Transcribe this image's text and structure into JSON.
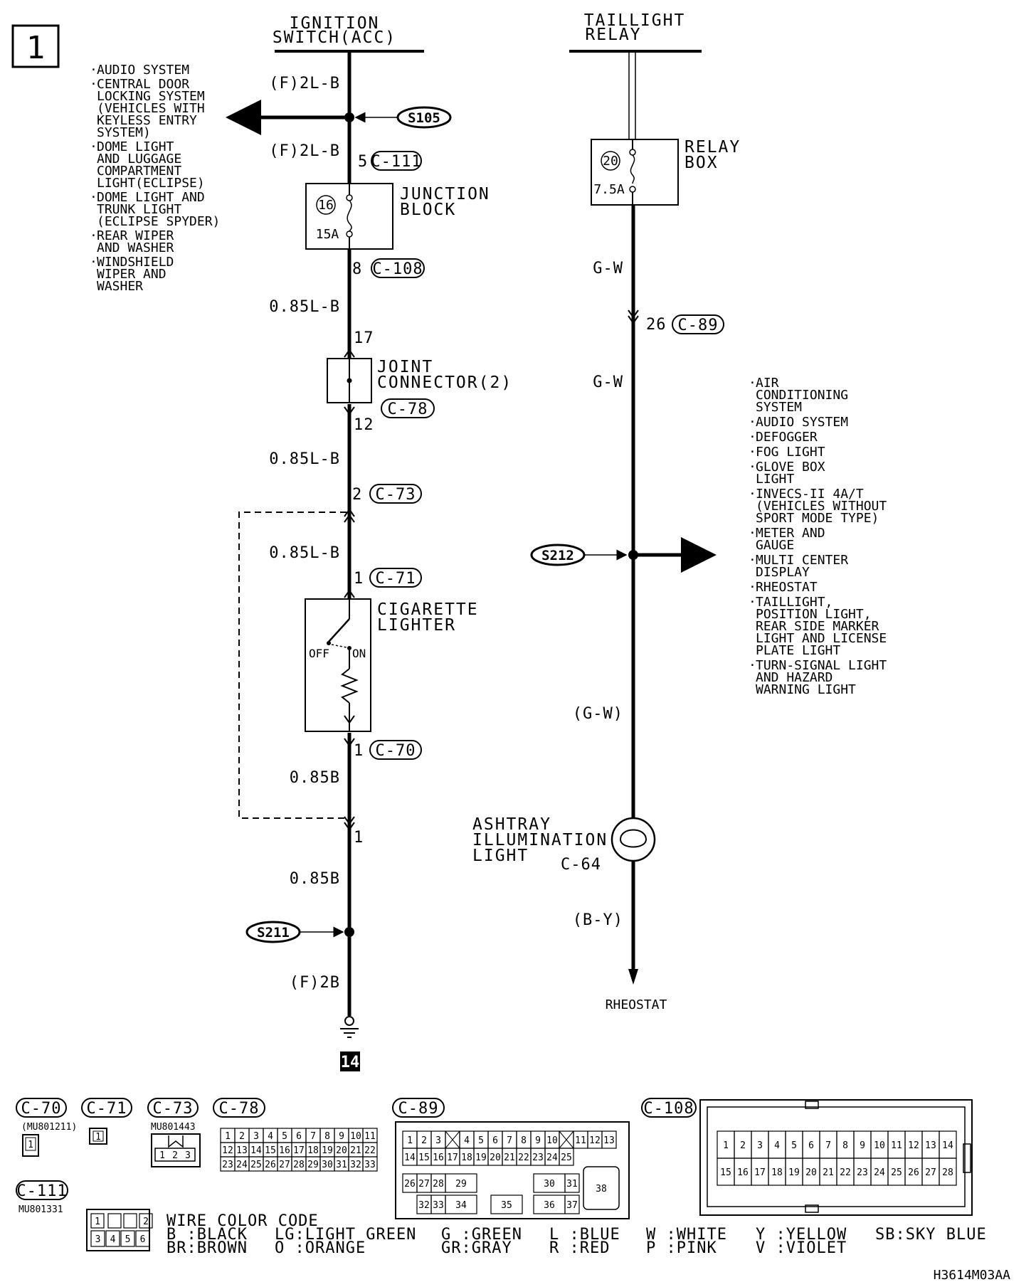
{
  "diagram_number": "1",
  "ignition": {
    "title_line1": "IGNITION",
    "title_line2": "SWITCH(ACC)"
  },
  "taillight": {
    "title_line1": "TAILLIGHT",
    "title_line2": "RELAY"
  },
  "left_circuit": {
    "wire1": "(F)2L-B",
    "splice1": "S105",
    "wire2": "(F)2L-B",
    "junction_pin_in": "5",
    "junction_conn_in": "C-111",
    "junction_fuse_no": "16",
    "junction_fuse_amp": "15A",
    "junction_line1": "JUNCTION",
    "junction_line2": "BLOCK",
    "junction_pin_out": "8",
    "junction_conn_out": "C-108",
    "wire3": "0.85L-B",
    "joint_pin_in": "17",
    "joint_line1": "JOINT",
    "joint_line2": "CONNECTOR(2)",
    "joint_conn": "C-78",
    "joint_pin_out": "12",
    "wire4": "0.85L-B",
    "c73_pin": "2",
    "c73": "C-73",
    "wire5": "0.85L-B",
    "c71_pin": "1",
    "c71": "C-71",
    "lighter_line1": "CIGARETTE",
    "lighter_line2": "LIGHTER",
    "off": "OFF",
    "on": "ON",
    "c70_pin": "1",
    "c70": "C-70",
    "wire6": "0.85B",
    "pin_1": "1",
    "wire7": "0.85B",
    "splice2": "S211",
    "wire8": "(F)2B",
    "ground_no": "14"
  },
  "left_list": [
    [
      "AUDIO SYSTEM"
    ],
    [
      "CENTRAL DOOR",
      "LOCKING SYSTEM",
      "(VEHICLES WITH",
      "KEYLESS ENTRY",
      "SYSTEM)"
    ],
    [
      "DOME LIGHT",
      "AND LUGGAGE",
      "COMPARTMENT",
      "LIGHT(ECLIPSE)"
    ],
    [
      "DOME LIGHT AND",
      "TRUNK LIGHT",
      "(ECLIPSE SPYDER)"
    ],
    [
      "REAR WIPER",
      "AND WASHER"
    ],
    [
      "WINDSHIELD",
      "WIPER AND",
      "WASHER"
    ]
  ],
  "right_circuit": {
    "relay_fuse_no": "20",
    "relay_fuse_amp": "7.5A",
    "relay_line1": "RELAY",
    "relay_line2": "BOX",
    "wire1": "G-W",
    "c89_pin": "26",
    "c89": "C-89",
    "wire2": "G-W",
    "splice": "S212",
    "wire3": "(G-W)",
    "ashtray_line1": "ASHTRAY",
    "ashtray_line2": "ILLUMINATION",
    "ashtray_line3": "LIGHT",
    "ashtray_conn": "C-64",
    "wire4": "(B-Y)",
    "rheostat": "RHEOSTAT"
  },
  "right_list": [
    [
      "AIR",
      "CONDITIONING",
      "SYSTEM"
    ],
    [
      "AUDIO SYSTEM"
    ],
    [
      "DEFOGGER"
    ],
    [
      "FOG LIGHT"
    ],
    [
      "GLOVE BOX",
      "LIGHT"
    ],
    [
      "INVECS-II 4A/T",
      "(VEHICLES WITHOUT",
      "SPORT MODE TYPE)"
    ],
    [
      "METER AND",
      "GAUGE"
    ],
    [
      "MULTI CENTER",
      "DISPLAY"
    ],
    [
      "RHEOSTAT"
    ],
    [
      "TAILLIGHT,",
      "POSITION LIGHT,",
      "REAR SIDE MARKER",
      "LIGHT AND LICENSE",
      "PLATE LIGHT"
    ],
    [
      "TURN-SIGNAL LIGHT",
      "AND HAZARD",
      "WARNING LIGHT"
    ]
  ],
  "connectors": {
    "c70": "C-70",
    "c70_part": "(MU801211)",
    "c71": "C-71",
    "c73": "C-73",
    "c73_part": "MU801443",
    "c78": "C-78",
    "c89": "C-89",
    "c108": "C-108",
    "c111": "C-111",
    "c111_part": "MU801331"
  },
  "color_code": {
    "title": "WIRE COLOR CODE",
    "row1": [
      "B :BLACK",
      "LG:LIGHT GREEN",
      "G :GREEN",
      "L :BLUE",
      "W :WHITE",
      "Y :YELLOW",
      "SB:SKY BLUE"
    ],
    "row2": [
      "BR:BROWN",
      "O :ORANGE",
      "GR:GRAY",
      "R :RED",
      "P :PINK",
      "V :VIOLET"
    ]
  },
  "figure_code": "H3614M03AA"
}
